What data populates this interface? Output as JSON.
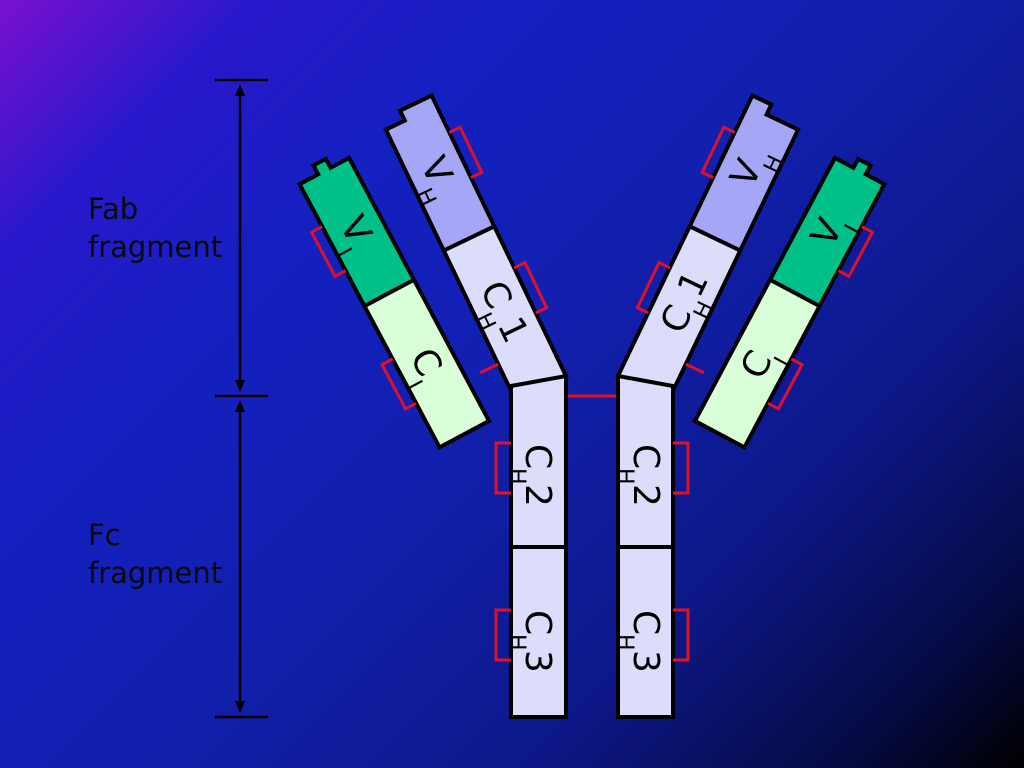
{
  "labels": {
    "fab": "Fab\nfragment",
    "fc": "Fc\nfragment"
  },
  "domains": {
    "heavy_variable": {
      "main": "V",
      "sub": "H"
    },
    "light_variable": {
      "main": "V",
      "sub": "L"
    },
    "light_constant": {
      "main": "C",
      "sub": "L"
    },
    "heavy_constant_1": {
      "main": "C",
      "sub": "H",
      "suffix": "1"
    },
    "heavy_constant_2": {
      "main": "C",
      "sub": "H",
      "suffix": "2"
    },
    "heavy_constant_3": {
      "main": "C",
      "sub": "H",
      "suffix": "3"
    }
  },
  "colors": {
    "heavy_variable": "#a6a6f7",
    "light_variable": "#00c08a",
    "light_constant": "#d9ffd9",
    "heavy_constant": "#dcdcfb",
    "disulfide_bond": "#e0102a"
  }
}
